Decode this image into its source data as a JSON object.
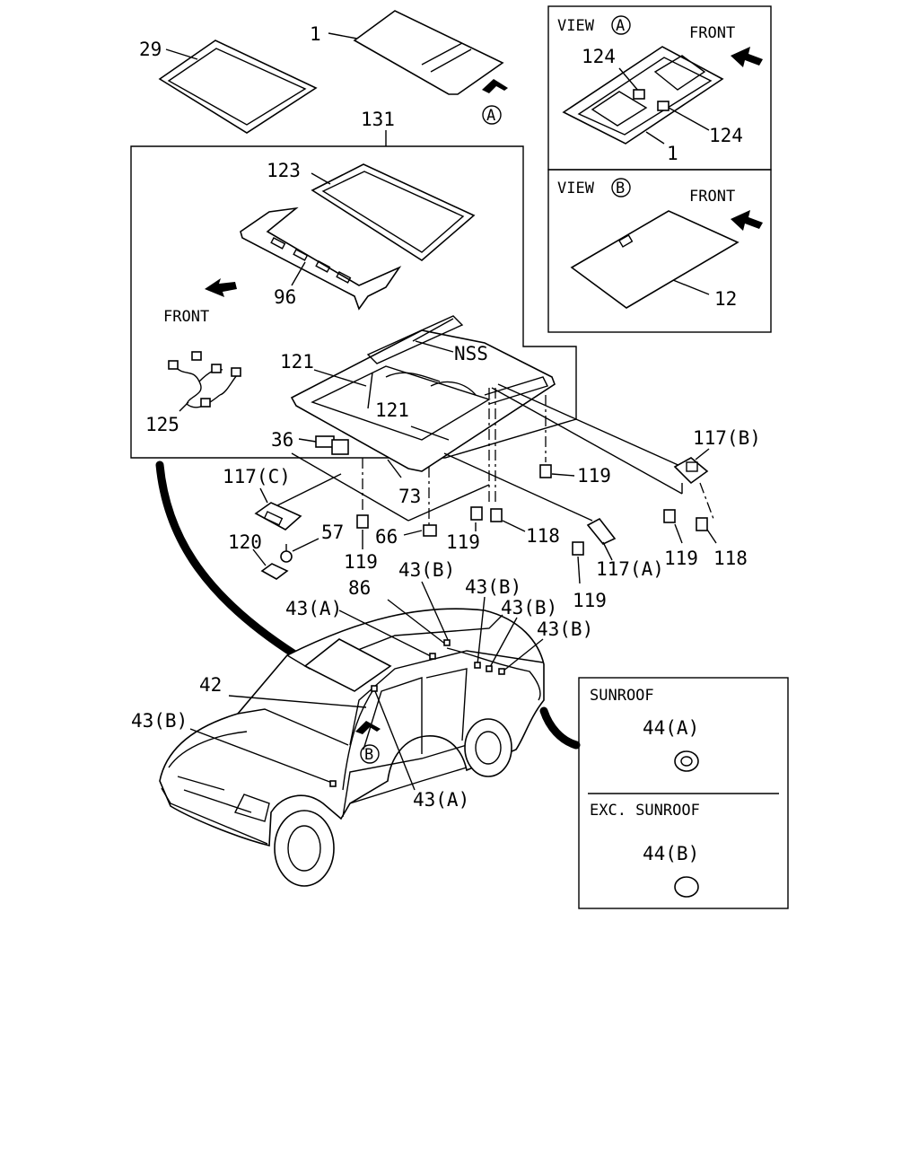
{
  "callouts": {
    "c1": "1",
    "c29": "29",
    "c131": "131",
    "c123": "123",
    "c96": "96",
    "c121a": "121",
    "c121b": "121",
    "cNSS": "NSS",
    "c125": "125",
    "c36": "36",
    "c73": "73",
    "c117C": "117(C)",
    "c117B": "117(B)",
    "c117A": "117(A)",
    "c119a": "119",
    "c119b": "119",
    "c119c": "119",
    "c119d": "119",
    "c119e": "119",
    "c118a": "118",
    "c118b": "118",
    "c57": "57",
    "c66": "66",
    "c120": "120",
    "c86": "86",
    "c43B1": "43(B)",
    "c43B2": "43(B)",
    "c43B3": "43(B)",
    "c43B4": "43(B)",
    "c43B5": "43(B)",
    "c43A1": "43(A)",
    "c43A2": "43(A)",
    "c42": "42",
    "front_main": "FRONT",
    "arrowA": "A",
    "arrowB": "B"
  },
  "view_a": {
    "title": "VIEW",
    "letter": "A",
    "front": "FRONT",
    "c124a": "124",
    "c124b": "124",
    "c1": "1"
  },
  "view_b": {
    "title": "VIEW",
    "letter": "B",
    "front": "FRONT",
    "c12": "12"
  },
  "sunroof_box": {
    "title1": "SUNROOF",
    "part1": "44(A)",
    "title2": "EXC. SUNROOF",
    "part2": "44(B)"
  },
  "icons": [
    "front-arrow-icon",
    "view-a-arrow-icon",
    "view-b-arrow-icon"
  ]
}
